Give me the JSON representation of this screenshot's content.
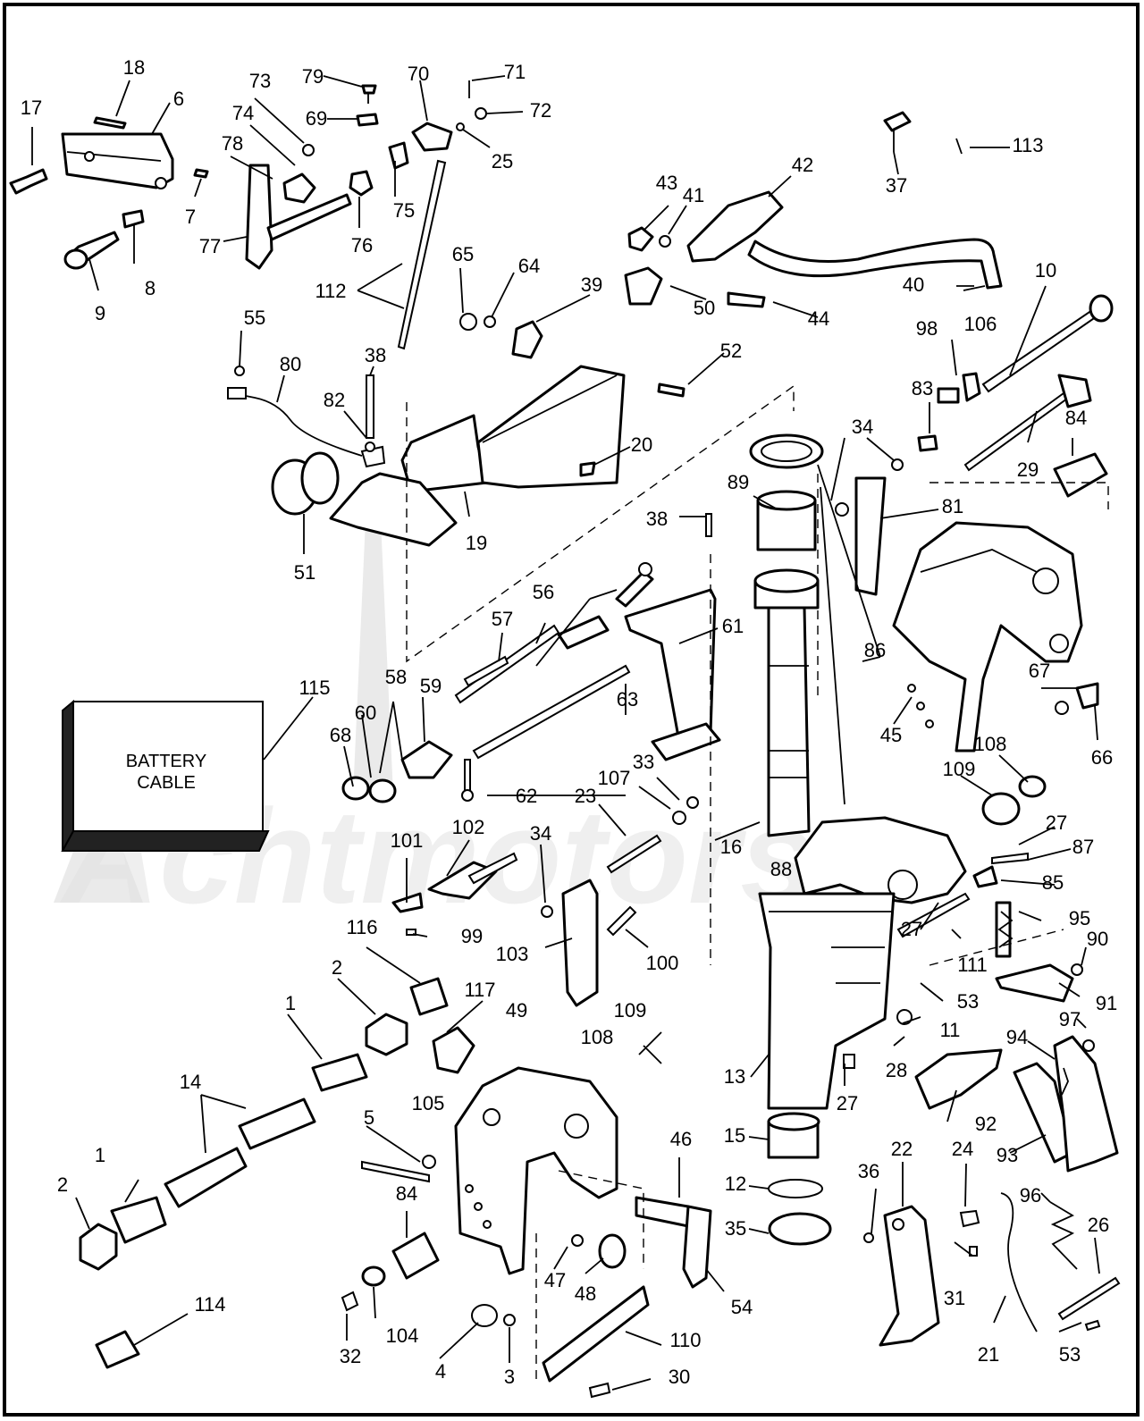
{
  "battery_box_lines": [
    "BATTERY",
    "CABLE"
  ],
  "watermark_text": "Achtmotors",
  "callouts": [
    "1",
    "2",
    "3",
    "4",
    "5",
    "6",
    "7",
    "8",
    "9",
    "10",
    "11",
    "12",
    "13",
    "14",
    "15",
    "16",
    "17",
    "18",
    "19",
    "20",
    "21",
    "22",
    "23",
    "24",
    "25",
    "26",
    "27",
    "28",
    "29",
    "30",
    "31",
    "32",
    "33",
    "34",
    "35",
    "36",
    "37",
    "38",
    "39",
    "40",
    "41",
    "42",
    "43",
    "44",
    "45",
    "46",
    "47",
    "48",
    "49",
    "50",
    "51",
    "52",
    "53",
    "54",
    "55",
    "56",
    "57",
    "58",
    "59",
    "60",
    "61",
    "62",
    "63",
    "64",
    "65",
    "66",
    "67",
    "68",
    "69",
    "70",
    "71",
    "72",
    "73",
    "74",
    "75",
    "76",
    "77",
    "78",
    "79",
    "80",
    "81",
    "82",
    "83",
    "84",
    "85",
    "86",
    "87",
    "88",
    "89",
    "90",
    "91",
    "92",
    "93",
    "94",
    "95",
    "96",
    "97",
    "98",
    "99",
    "100",
    "101",
    "102",
    "103",
    "104",
    "105",
    "106",
    "107",
    "108",
    "109",
    "110",
    "111",
    "112",
    "113",
    "114",
    "115",
    "116",
    "117"
  ]
}
